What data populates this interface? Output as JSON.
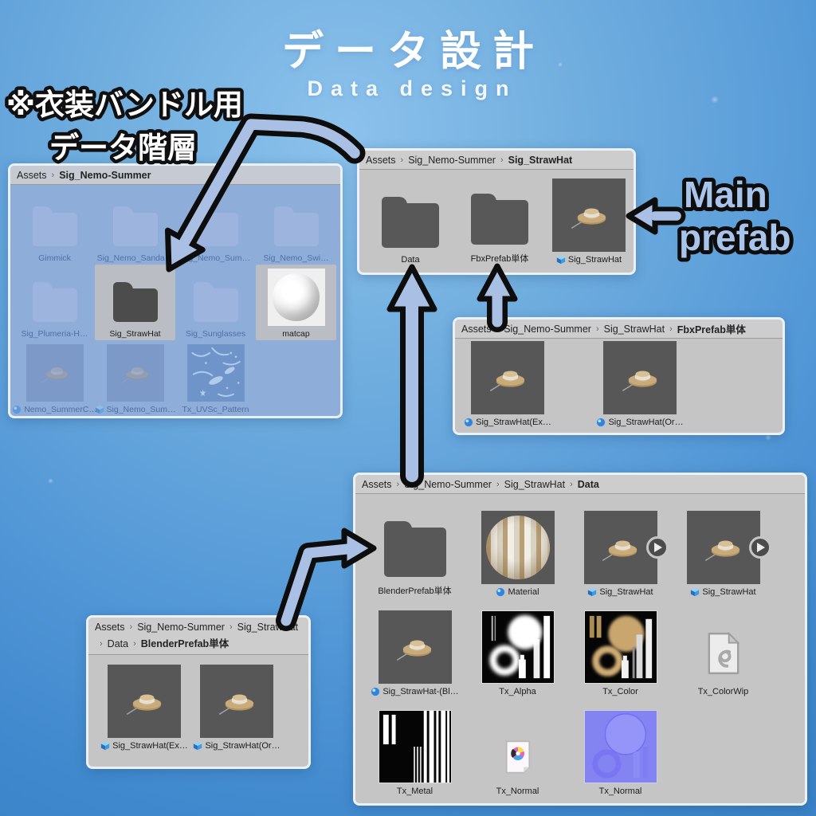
{
  "header": {
    "title_jp": "データ設計",
    "title_en": "Data design"
  },
  "annotations": {
    "note_line1": "※衣装バンドル用",
    "note_line2": "データ階層",
    "main_prefab_line1": "Main",
    "main_prefab_line2": "prefab"
  },
  "colors": {
    "arrow_fill": "#a9c0e4",
    "arrow_outline": "#0d0d0d",
    "panel_bg": "#c5c5c5",
    "breadcrumb_bg": "#cdcdcd",
    "tinted_panel_bg": "#8fadd9",
    "selection_bg": "#babdc3",
    "tile_bg": "#575757",
    "normal_map_purple": "#8384f2",
    "background_top": "#8cc2ec",
    "background_bottom": "#3a82c6"
  },
  "panels": [
    {
      "id": "root",
      "breadcrumb": [
        "Assets",
        "Sig_Nemo-Summer"
      ],
      "items": [
        {
          "kind": "folder",
          "label": "Gimmick",
          "faded": true
        },
        {
          "kind": "folder",
          "label": "Sig_Nemo_Sanda…",
          "faded": true
        },
        {
          "kind": "folder",
          "label": "Sig_Nemo_Sum…",
          "faded": true
        },
        {
          "kind": "folder",
          "label": "Sig_Nemo_Swi…",
          "faded": true
        },
        {
          "kind": "folder",
          "label": "Sig_Plumeria-H…",
          "faded": true
        },
        {
          "kind": "folder",
          "label": "Sig_StrawHat",
          "selected": true
        },
        {
          "kind": "folder",
          "label": "Sig_Sunglasses",
          "faded": true
        },
        {
          "kind": "matcap",
          "label": "matcap",
          "selected": true
        },
        {
          "kind": "hat",
          "label": "Nemo_SummerC…",
          "icon": "sphere",
          "faded": true
        },
        {
          "kind": "hat",
          "label": "Sig_Nemo_Sum…",
          "icon": "cube",
          "faded": true
        },
        {
          "kind": "pattern",
          "label": "Tx_UVSc_Pattern",
          "faded": true
        }
      ]
    },
    {
      "id": "strawhat",
      "breadcrumb": [
        "Assets",
        "Sig_Nemo-Summer",
        "Sig_StrawHat"
      ],
      "items": [
        {
          "kind": "folder",
          "label": "Data"
        },
        {
          "kind": "folder",
          "label": "FbxPrefab単体"
        },
        {
          "kind": "hat",
          "label": "Sig_StrawHat",
          "icon": "cube"
        }
      ]
    },
    {
      "id": "fbx",
      "breadcrumb": [
        "Assets",
        "Sig_Nemo-Summer",
        "Sig_StrawHat",
        "FbxPrefab単体"
      ],
      "items": [
        {
          "kind": "hat",
          "label": "Sig_StrawHat(Ex…",
          "icon": "sphere"
        },
        {
          "kind": "hat",
          "label": "Sig_StrawHat(Or…",
          "icon": "sphere"
        }
      ]
    },
    {
      "id": "data",
      "breadcrumb": [
        "Assets",
        "Sig_Nemo-Summer",
        "Sig_StrawHat",
        "Data"
      ],
      "items": [
        {
          "kind": "folder",
          "label": "BlenderPrefab単体"
        },
        {
          "kind": "material",
          "label": "Material",
          "icon": "sphere"
        },
        {
          "kind": "hat-play",
          "label": "Sig_StrawHat",
          "icon": "cube"
        },
        {
          "kind": "hat-play",
          "label": "Sig_StrawHat",
          "icon": "cube"
        },
        {
          "kind": "hat",
          "label": "Sig_StrawHat-(Bl…",
          "icon": "sphere"
        },
        {
          "kind": "tx-alpha",
          "label": "Tx_Alpha"
        },
        {
          "kind": "tx-color",
          "label": "Tx_Color"
        },
        {
          "kind": "file-swirl",
          "label": "Tx_ColorWip"
        },
        {
          "kind": "tx-metal",
          "label": "Tx_Metal"
        },
        {
          "kind": "file-paint",
          "label": "Tx_Normal"
        },
        {
          "kind": "tx-normal",
          "label": "Tx_Normal"
        }
      ]
    },
    {
      "id": "blender",
      "breadcrumb": [
        "Assets",
        "Sig_Nemo-Summer",
        "Sig_StrawHat",
        "Data",
        "BlenderPrefab単体"
      ],
      "items": [
        {
          "kind": "hat",
          "label": "Sig_StrawHat(Ex…",
          "icon": "cube"
        },
        {
          "kind": "hat",
          "label": "Sig_StrawHat(Or…",
          "icon": "cube"
        }
      ]
    }
  ]
}
